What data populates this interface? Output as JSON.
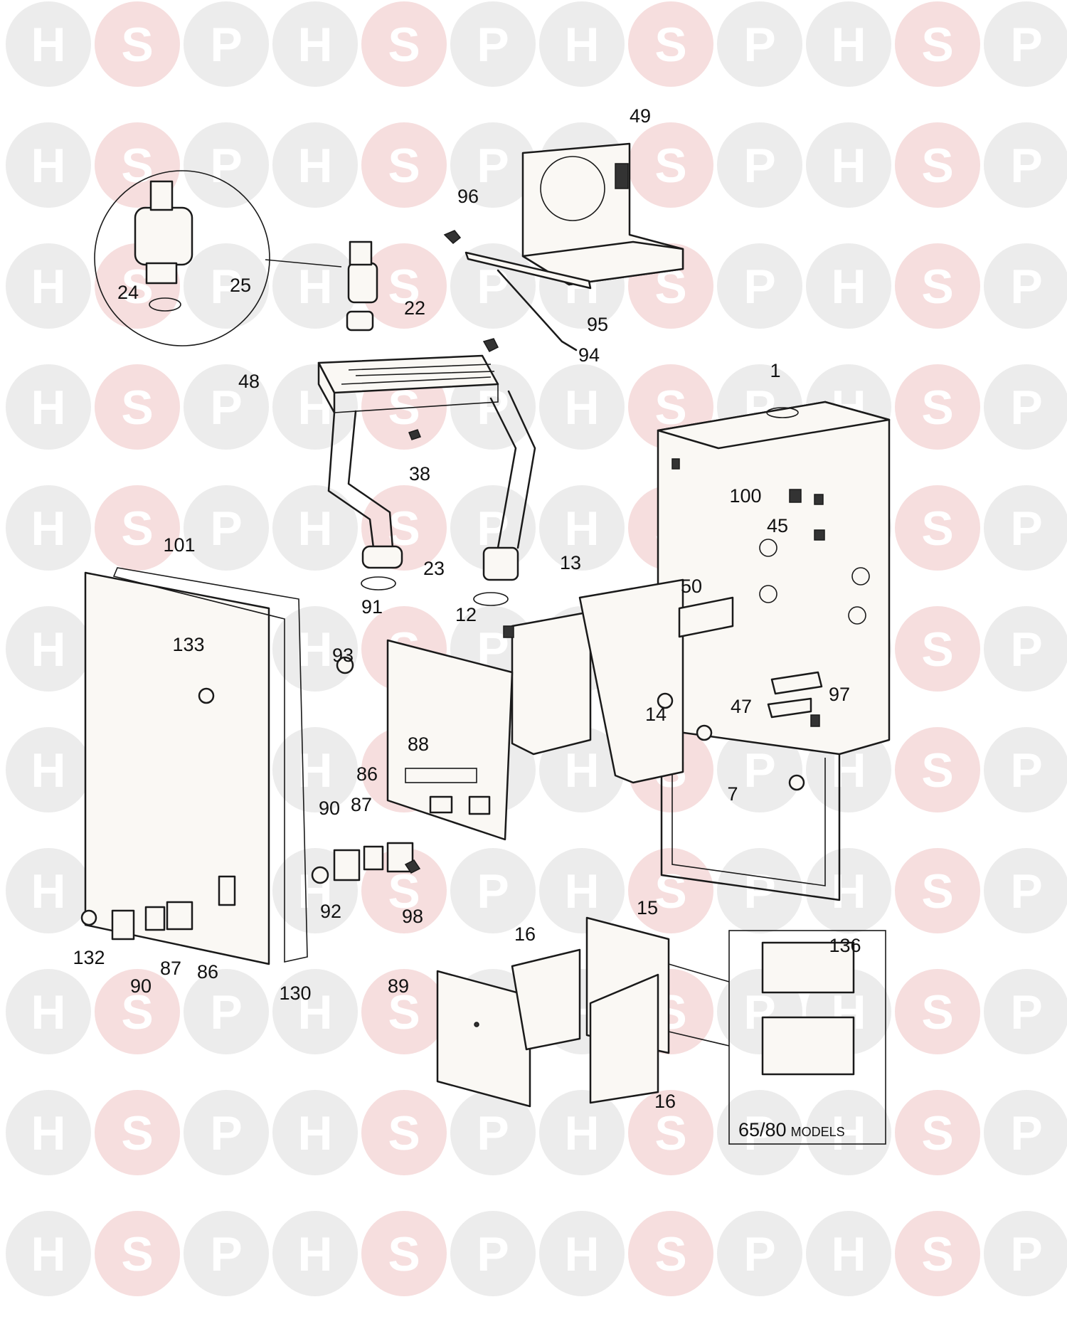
{
  "watermark": {
    "letters": [
      "H",
      "S",
      "P"
    ]
  },
  "callouts": [
    {
      "id": "c49",
      "text": "49"
    },
    {
      "id": "c96",
      "text": "96"
    },
    {
      "id": "c24",
      "text": "24"
    },
    {
      "id": "c25",
      "text": "25"
    },
    {
      "id": "c22",
      "text": "22"
    },
    {
      "id": "c95",
      "text": "95"
    },
    {
      "id": "c94",
      "text": "94"
    },
    {
      "id": "c48",
      "text": "48"
    },
    {
      "id": "c1",
      "text": "1"
    },
    {
      "id": "c38",
      "text": "38"
    },
    {
      "id": "c100",
      "text": "100"
    },
    {
      "id": "c45",
      "text": "45"
    },
    {
      "id": "c101",
      "text": "101"
    },
    {
      "id": "c23",
      "text": "23"
    },
    {
      "id": "c13",
      "text": "13"
    },
    {
      "id": "c50",
      "text": "50"
    },
    {
      "id": "c91",
      "text": "91"
    },
    {
      "id": "c12",
      "text": "12"
    },
    {
      "id": "c133",
      "text": "133"
    },
    {
      "id": "c93",
      "text": "93"
    },
    {
      "id": "c97",
      "text": "97"
    },
    {
      "id": "c47",
      "text": "47"
    },
    {
      "id": "c14",
      "text": "14"
    },
    {
      "id": "c88",
      "text": "88"
    },
    {
      "id": "c86a",
      "text": "86"
    },
    {
      "id": "c7",
      "text": "7"
    },
    {
      "id": "c90a",
      "text": "90"
    },
    {
      "id": "c87a",
      "text": "87"
    },
    {
      "id": "c92",
      "text": "92"
    },
    {
      "id": "c98",
      "text": "98"
    },
    {
      "id": "c15",
      "text": "15"
    },
    {
      "id": "c16a",
      "text": "16"
    },
    {
      "id": "c136",
      "text": "136"
    },
    {
      "id": "c132",
      "text": "132"
    },
    {
      "id": "c87b",
      "text": "87"
    },
    {
      "id": "c86b",
      "text": "86"
    },
    {
      "id": "c90b",
      "text": "90"
    },
    {
      "id": "c130",
      "text": "130"
    },
    {
      "id": "c89",
      "text": "89"
    },
    {
      "id": "c16b",
      "text": "16"
    }
  ],
  "inset": {
    "caption_main": "65/80",
    "caption_suffix": "MODELS"
  }
}
